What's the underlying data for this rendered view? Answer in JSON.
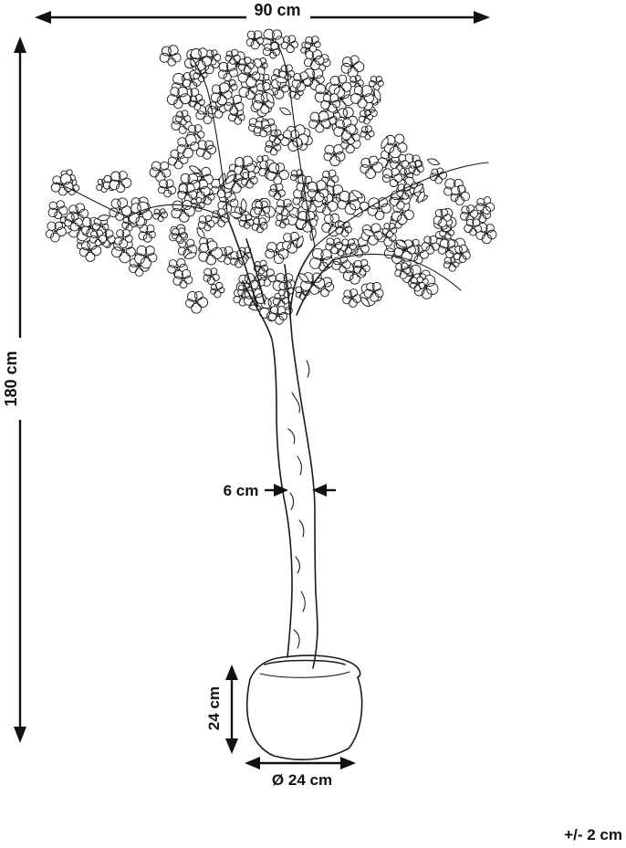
{
  "dimensions": {
    "width_label": "90 cm",
    "height_label": "180 cm",
    "trunk_label": "6 cm",
    "pot_height_label": "24 cm",
    "pot_diameter_label": "Ø 24 cm",
    "tolerance_label": "+/- 2 cm"
  },
  "colors": {
    "line": "#1a1a1a",
    "background": "#ffffff"
  }
}
